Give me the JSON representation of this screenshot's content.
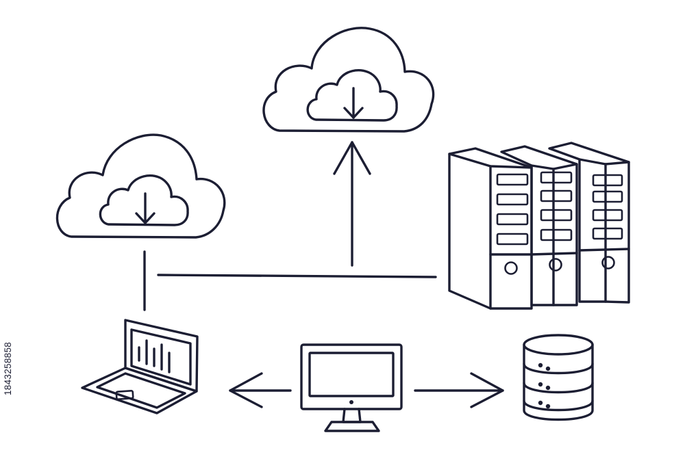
{
  "diagram": {
    "stock_id": "1843258858",
    "ink_color": "#1c1e33",
    "background_color": "#ffffff",
    "nodes": [
      {
        "id": "cloud-top",
        "icon": "cloud-download-icon"
      },
      {
        "id": "cloud-left",
        "icon": "cloud-download-icon"
      },
      {
        "id": "server-rack",
        "icon": "server-rack-icon"
      },
      {
        "id": "laptop",
        "icon": "laptop-chart-icon"
      },
      {
        "id": "desktop",
        "icon": "desktop-monitor-icon"
      },
      {
        "id": "database",
        "icon": "database-icon"
      }
    ],
    "connections": [
      {
        "from": "server-rack",
        "to": "cloud-top",
        "type": "arrow"
      },
      {
        "from": "server-rack",
        "to": "cloud-left",
        "type": "line"
      },
      {
        "from": "desktop",
        "to": "laptop",
        "type": "arrow"
      },
      {
        "from": "desktop",
        "to": "database",
        "type": "arrow"
      }
    ]
  }
}
